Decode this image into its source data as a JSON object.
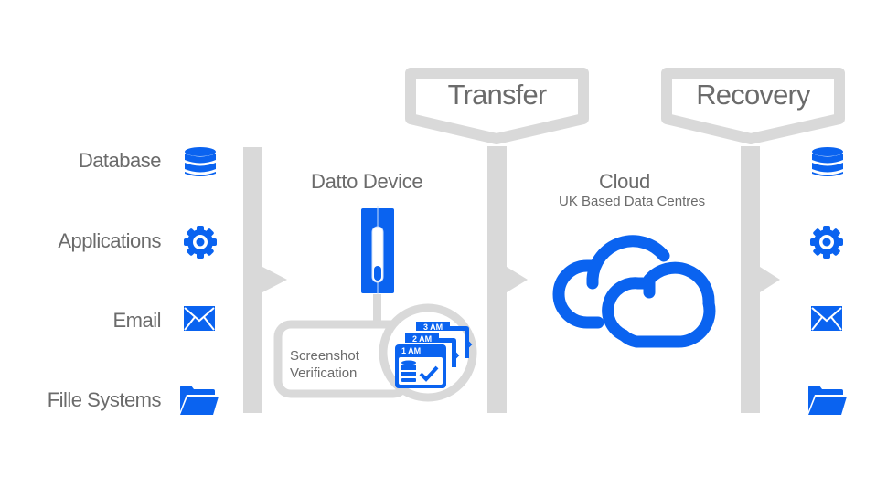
{
  "colors": {
    "accent": "#0a63f0",
    "connector": "#d9d9d9",
    "text": "#6b6b6b"
  },
  "sources": [
    {
      "label": "Database",
      "icon": "database-icon"
    },
    {
      "label": "Applications",
      "icon": "gear-icon"
    },
    {
      "label": "Email",
      "icon": "envelope-icon"
    },
    {
      "label": "Fille Systems",
      "icon": "folder-icon"
    }
  ],
  "device": {
    "title": "Datto Device",
    "icon": "datto-device-icon"
  },
  "verification": {
    "label_line1": "Screenshot",
    "label_line2": "Verification",
    "snapshots": [
      "1 AM",
      "2 AM",
      "3 AM"
    ]
  },
  "transfer": {
    "label": "Transfer"
  },
  "cloud": {
    "title": "Cloud",
    "subtitle": "UK Based Data Centres",
    "icon": "cloud-icon"
  },
  "recovery": {
    "label": "Recovery"
  },
  "recovered": [
    {
      "icon": "database-icon"
    },
    {
      "icon": "gear-icon"
    },
    {
      "icon": "envelope-icon"
    },
    {
      "icon": "folder-icon"
    }
  ]
}
